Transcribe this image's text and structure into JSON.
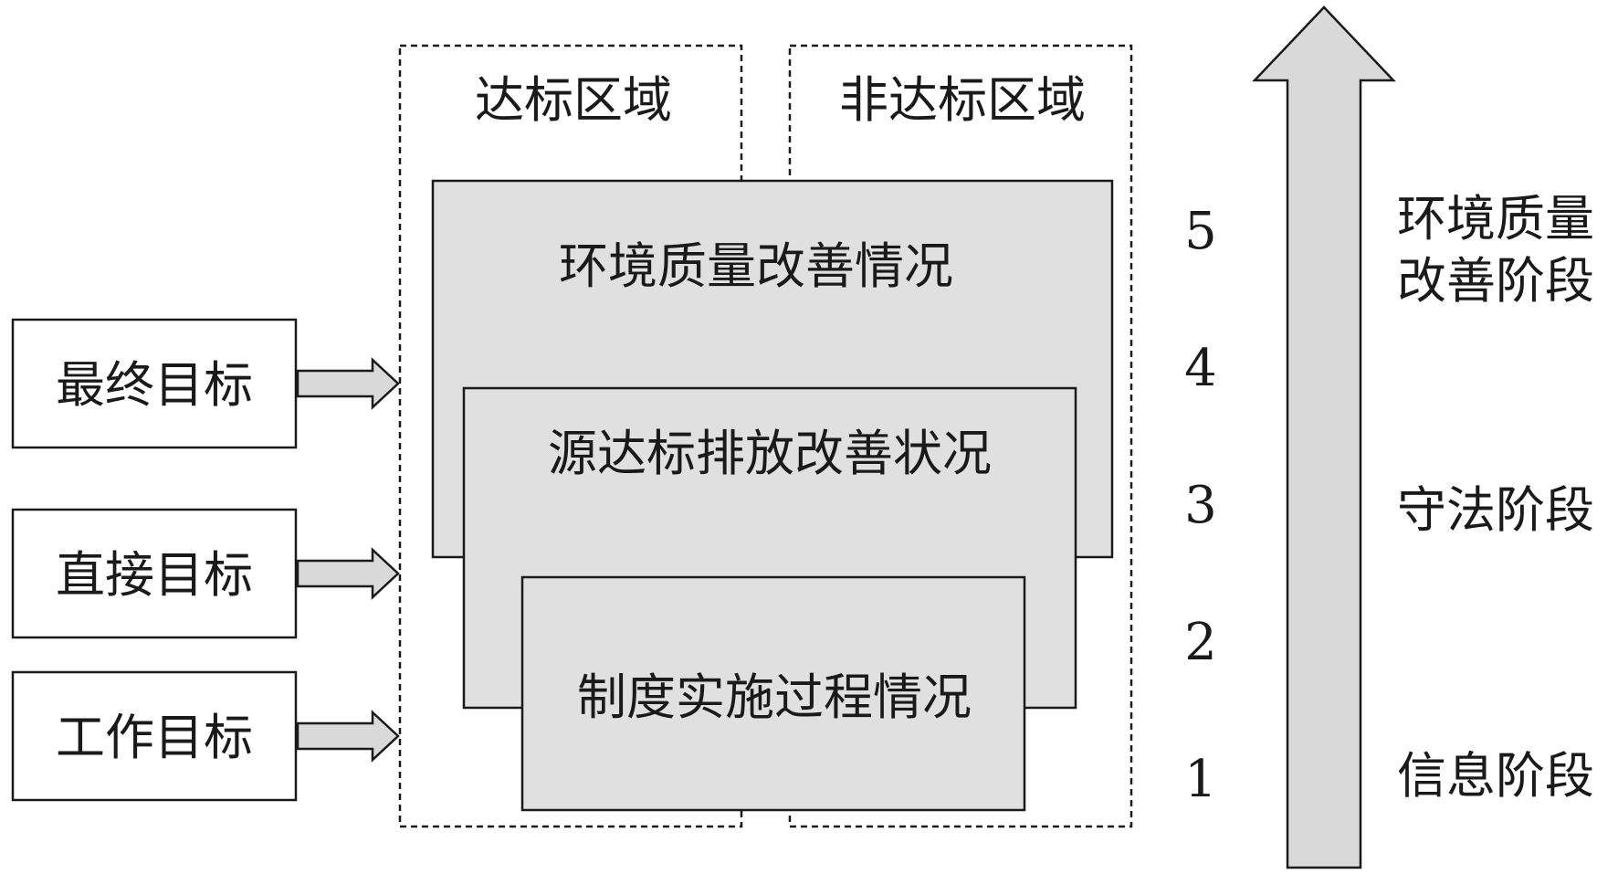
{
  "regions": {
    "compliant": "达标区域",
    "non_compliant": "非达标区域"
  },
  "boxes": {
    "environment": "环境质量改善情况",
    "source": "源达标排放改善状况",
    "system": "制度实施过程情况"
  },
  "goals": {
    "ultimate": "最终目标",
    "direct": "直接目标",
    "work": "工作目标"
  },
  "levels": [
    "5",
    "4",
    "3",
    "2",
    "1"
  ],
  "stages": {
    "environment_line1": "环境质量",
    "environment_line2": "改善阶段",
    "compliance": "守法阶段",
    "information": "信息阶段"
  },
  "colors": {
    "box_fill": "#e0e0e0",
    "arrow_fill": "#d9d9d9",
    "stroke": "#1a1a1a"
  }
}
